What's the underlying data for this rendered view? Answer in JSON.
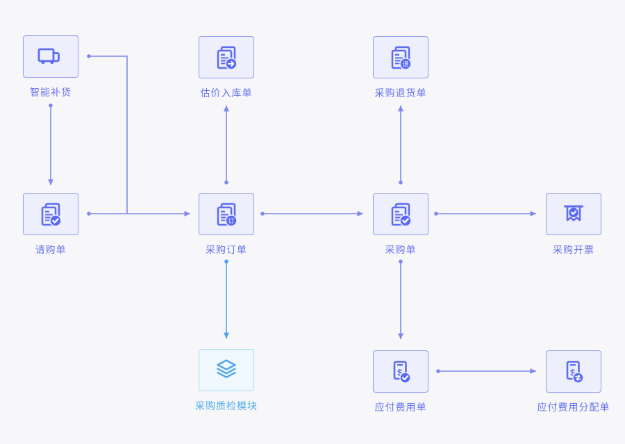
{
  "diagram": {
    "title": "purchase-flow-diagram",
    "background": "#f7f7f9",
    "colors": {
      "node_border": "#8f9af2",
      "node_bg": "#edeffc",
      "icon_stroke": "#5e6cf3",
      "badge_fill": "#5a69f2",
      "label_text": "#6672ee",
      "connector": "#7e88f0",
      "connector_blue": "#4d9ff7",
      "teal_border": "#a5daf3",
      "teal_bg": "#eff9fd",
      "teal_icon": "#4fa5f1",
      "teal_label": "#52acec"
    }
  },
  "nodes": [
    {
      "id": "smart-replenishment",
      "label": "智能补货",
      "icon": "truck-icon"
    },
    {
      "id": "estimated-inbound-order",
      "label": "估价入库单",
      "icon": "document-arrow-icon"
    },
    {
      "id": "purchase-return-order",
      "label": "采购退货单",
      "icon": "document-return-icon",
      "badge_text": "退"
    },
    {
      "id": "purchase-requisition",
      "label": "请购单",
      "icon": "document-check-icon"
    },
    {
      "id": "purchase-order",
      "label": "采购订单",
      "icon": "document-order-icon",
      "badge_text": "订"
    },
    {
      "id": "purchase-list",
      "label": "采购单",
      "icon": "document-check-icon"
    },
    {
      "id": "purchase-invoicing",
      "label": "采购开票",
      "icon": "invoice-ribbon-icon"
    },
    {
      "id": "quality-inspection-module",
      "label": "采购质检模块",
      "icon": "layers-icon"
    },
    {
      "id": "payable-expense-order",
      "label": "应付费用单",
      "icon": "bill-check-icon"
    },
    {
      "id": "payable-expense-allocation-order",
      "label": "应付费用分配单",
      "icon": "bill-transfer-icon"
    }
  ],
  "edges": [
    {
      "id": "smart-to-requisition",
      "from": "smart-replenishment",
      "to": "purchase-requisition",
      "color": "#7e88f0",
      "arrow": true,
      "points": [
        [
          73,
          152
        ],
        [
          73,
          267
        ]
      ]
    },
    {
      "id": "smart-to-purchase-order",
      "from": "smart-replenishment",
      "to": "purchase-order",
      "color": "#7e88f0",
      "arrow": false,
      "points": [
        [
          128,
          81
        ],
        [
          183,
          81
        ],
        [
          183,
          307.3
        ]
      ]
    },
    {
      "id": "requisition-to-purchase-order",
      "from": "purchase-requisition",
      "to": "purchase-order",
      "color": "#7e88f0",
      "arrow": true,
      "points": [
        [
          128,
          308
        ],
        [
          274,
          308
        ]
      ]
    },
    {
      "id": "purchase-order-to-estimated-inbound",
      "from": "purchase-order",
      "to": "estimated-inbound-order",
      "color": "#7e88f0",
      "arrow": true,
      "points": [
        [
          326,
          263
        ],
        [
          326,
          152
        ]
      ]
    },
    {
      "id": "purchase-order-to-purchase-list",
      "from": "purchase-order",
      "to": "purchase-list",
      "color": "#7e88f0",
      "arrow": true,
      "points": [
        [
          378,
          308
        ],
        [
          523,
          308
        ]
      ]
    },
    {
      "id": "purchase-list-to-purchase-return",
      "from": "purchase-list",
      "to": "purchase-return-order",
      "color": "#7e88f0",
      "arrow": true,
      "points": [
        [
          577,
          263
        ],
        [
          577,
          152
        ]
      ]
    },
    {
      "id": "purchase-list-to-invoicing",
      "from": "purchase-list",
      "to": "purchase-invoicing",
      "color": "#7e88f0",
      "arrow": true,
      "points": [
        [
          628,
          308
        ],
        [
          772,
          308
        ]
      ]
    },
    {
      "id": "purchase-order-to-quality-module",
      "from": "purchase-order",
      "to": "quality-inspection-module",
      "color": "#4d9ff7",
      "arrow": true,
      "points": [
        [
          326,
          377
        ],
        [
          326,
          488
        ]
      ]
    },
    {
      "id": "purchase-list-to-payable-expense",
      "from": "purchase-list",
      "to": "payable-expense-order",
      "color": "#7e88f0",
      "arrow": true,
      "points": [
        [
          577,
          377
        ],
        [
          577,
          489
        ]
      ]
    },
    {
      "id": "payable-to-allocation",
      "from": "payable-expense-order",
      "to": "payable-expense-allocation-order",
      "color": "#7e88f0",
      "arrow": true,
      "points": [
        [
          631,
          535
        ],
        [
          772,
          535
        ]
      ]
    }
  ]
}
